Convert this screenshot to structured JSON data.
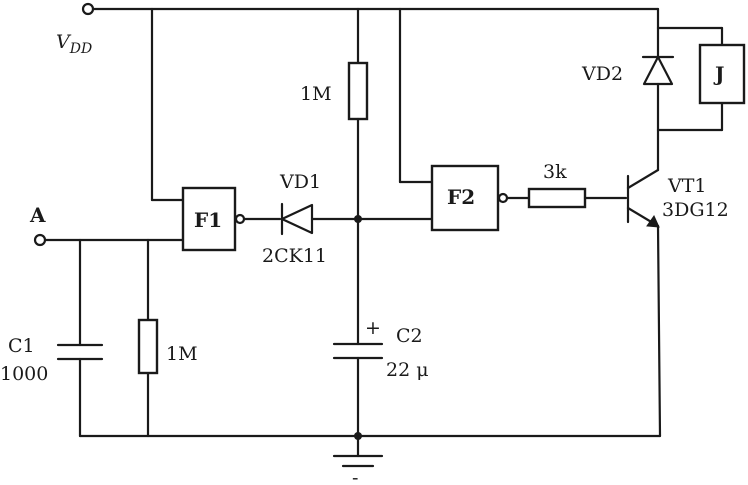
{
  "supply": {
    "name": "V",
    "subscript": "DD"
  },
  "input": {
    "name": "A"
  },
  "capacitor_c1": {
    "name": "C1",
    "value": "1000"
  },
  "resistor_r_input": {
    "value": "1M"
  },
  "resistor_r_top": {
    "value": "1M"
  },
  "gate_f1": {
    "name": "F1"
  },
  "gate_f2": {
    "name": "F2"
  },
  "diode_vd1": {
    "name": "VD1",
    "part": "2CK11"
  },
  "capacitor_c2": {
    "name": "C2",
    "value": "22 μ",
    "polarity": "+"
  },
  "resistor_base": {
    "value": "3k"
  },
  "transistor_vt1": {
    "name": "VT1",
    "part": "3DG12"
  },
  "diode_vd2": {
    "name": "VD2"
  },
  "relay_j": {
    "name": "J"
  },
  "ground": {
    "symbol": "-"
  }
}
